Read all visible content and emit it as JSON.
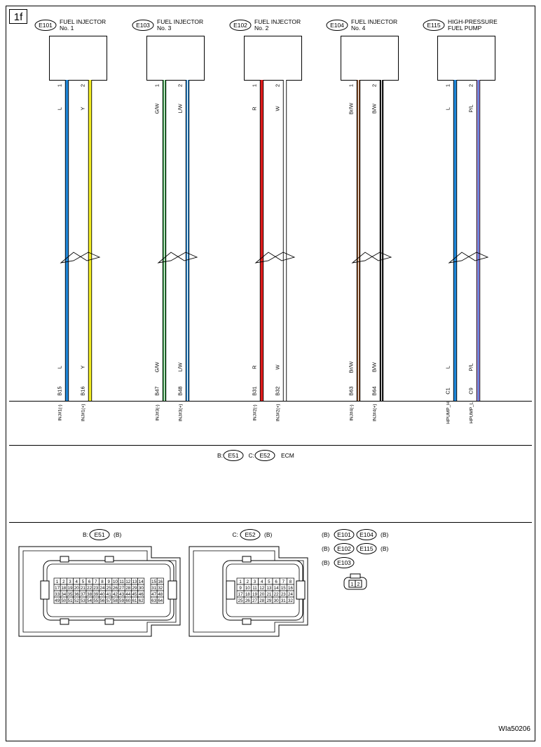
{
  "sheet": {
    "page_label": "1f",
    "drawing_code": "WIa50206"
  },
  "colors": {
    "L": "#1f86d8",
    "Y": "#f4ee22",
    "G": "#2e9a3e",
    "R": "#e01b1b",
    "W": "#ffffff",
    "Br": "#8a4a1c",
    "B": "#111111",
    "P": "#c78be6"
  },
  "components": [
    {
      "code": "E101",
      "title_lines": [
        "FUEL INJECTOR",
        "No. 1"
      ],
      "wires": [
        {
          "pin": "1",
          "label": "L",
          "bottom_label": "L",
          "main_color": "L",
          "stripe_color": "",
          "ecm_pin": "B15",
          "signal": "INJ#1(-)"
        },
        {
          "pin": "2",
          "label": "Y",
          "bottom_label": "Y",
          "main_color": "Y",
          "stripe_color": "",
          "ecm_pin": "B16",
          "signal": "INJ#1(+)"
        }
      ]
    },
    {
      "code": "E103",
      "title_lines": [
        "FUEL INJECTOR",
        "No. 3"
      ],
      "wires": [
        {
          "pin": "1",
          "label": "G/W",
          "bottom_label": "G/W",
          "main_color": "G",
          "stripe_color": "W",
          "ecm_pin": "B47",
          "signal": "INJ#3(-)"
        },
        {
          "pin": "2",
          "label": "L/W",
          "bottom_label": "L/W",
          "main_color": "L",
          "stripe_color": "W",
          "ecm_pin": "B48",
          "signal": "INJ#3(+)"
        }
      ]
    },
    {
      "code": "E102",
      "title_lines": [
        "FUEL INJECTOR",
        "No. 2"
      ],
      "wires": [
        {
          "pin": "1",
          "label": "R",
          "bottom_label": "R",
          "main_color": "R",
          "stripe_color": "",
          "ecm_pin": "B31",
          "signal": "INJ#2(-)"
        },
        {
          "pin": "2",
          "label": "W",
          "bottom_label": "W",
          "main_color": "W",
          "stripe_color": "",
          "ecm_pin": "B32",
          "signal": "INJ#2(+)"
        }
      ]
    },
    {
      "code": "E104",
      "title_lines": [
        "FUEL INJECTOR",
        "No. 4"
      ],
      "wires": [
        {
          "pin": "1",
          "label": "Br/W",
          "bottom_label": "Br/W",
          "main_color": "Br",
          "stripe_color": "W",
          "ecm_pin": "B63",
          "signal": "INJ#4(-)"
        },
        {
          "pin": "2",
          "label": "B/W",
          "bottom_label": "B/W",
          "main_color": "B",
          "stripe_color": "W",
          "ecm_pin": "B64",
          "signal": "INJ#4(+)"
        }
      ]
    },
    {
      "code": "E115",
      "title_lines": [
        "HIGH-PRESSURE",
        "FUEL PUMP"
      ],
      "wires": [
        {
          "pin": "1",
          "label": "L",
          "bottom_label": "L",
          "main_color": "L",
          "stripe_color": "",
          "ecm_pin": "C1",
          "signal": "HPUMP_H"
        },
        {
          "pin": "2",
          "label": "P/L",
          "bottom_label": "P/L",
          "main_color": "P",
          "stripe_color": "L",
          "ecm_pin": "C9",
          "signal": "HPUMP_L"
        }
      ]
    }
  ],
  "ecm": {
    "prefix_b": "B:",
    "code_b": "E51",
    "prefix_c": "C:",
    "code_c": "E52",
    "name": "ECM"
  },
  "connector_views": {
    "b": {
      "prefix": "B:",
      "code": "E51",
      "color_code": "(B)",
      "rows": [
        [
          "1",
          "2",
          "3",
          "4",
          "5",
          "6",
          "7",
          "8",
          "9",
          "10",
          "11",
          "12",
          "13",
          "14",
          "",
          "15",
          "16"
        ],
        [
          "17",
          "18",
          "19",
          "20",
          "21",
          "22",
          "23",
          "24",
          "25",
          "26",
          "27",
          "28",
          "29",
          "30",
          "",
          "31",
          "32"
        ],
        [
          "33",
          "34",
          "35",
          "36",
          "37",
          "38",
          "39",
          "40",
          "41",
          "42",
          "43",
          "44",
          "45",
          "46",
          "",
          "47",
          "48"
        ],
        [
          "49",
          "50",
          "51",
          "52",
          "53",
          "54",
          "55",
          "56",
          "57",
          "58",
          "59",
          "60",
          "61",
          "62",
          "",
          "63",
          "64"
        ]
      ]
    },
    "c": {
      "prefix": "C:",
      "code": "E52",
      "color_code": "(B)",
      "rows": [
        [
          "1",
          "2",
          "3",
          "4",
          "5",
          "6",
          "7",
          "8"
        ],
        [
          "9",
          "10",
          "11",
          "12",
          "13",
          "14",
          "15",
          "16"
        ],
        [
          "17",
          "18",
          "19",
          "20",
          "21",
          "22",
          "23",
          "24"
        ],
        [
          "25",
          "26",
          "27",
          "28",
          "29",
          "30",
          "31",
          "32"
        ]
      ]
    },
    "small": {
      "rows": [
        {
          "pre": "(B)",
          "codes": [
            "E101",
            "E104"
          ],
          "post": "(B)"
        },
        {
          "pre": "(B)",
          "codes": [
            "E102",
            "E115"
          ],
          "post": "(B)"
        },
        {
          "pre": "(B)",
          "codes": [
            "E103"
          ],
          "post": ""
        }
      ],
      "pins": [
        "1",
        "2"
      ]
    }
  }
}
